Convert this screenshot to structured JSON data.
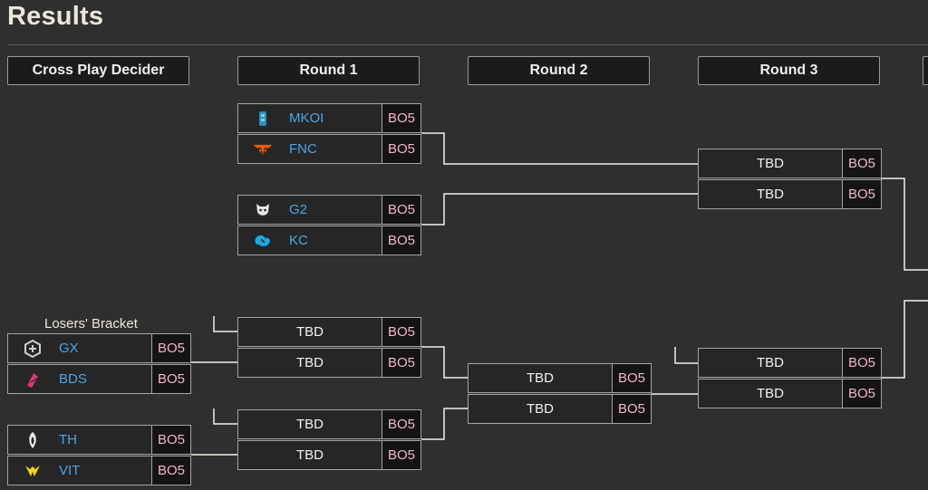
{
  "page": {
    "title": "Results"
  },
  "columns": [
    "Cross Play Decider",
    "Round 1",
    "Round 2",
    "Round 3"
  ],
  "losers_label": "Losers' Bracket",
  "colors": {
    "team": "#4aa6e6",
    "bo": "#f3b7c5",
    "line": "#f2f0e6"
  },
  "matches": {
    "cp1": [
      {
        "name": "GX",
        "logo": "gx-logo",
        "bo": "BO5"
      },
      {
        "name": "BDS",
        "logo": "bds-logo",
        "bo": "BO5"
      }
    ],
    "cp2": [
      {
        "name": "TH",
        "logo": "th-logo",
        "bo": "BO5"
      },
      {
        "name": "VIT",
        "logo": "vit-logo",
        "bo": "BO5"
      }
    ],
    "r1a": [
      {
        "name": "MKOI",
        "logo": "mkoi-logo",
        "bo": "BO5"
      },
      {
        "name": "FNC",
        "logo": "fnc-logo",
        "bo": "BO5"
      }
    ],
    "r1b": [
      {
        "name": "G2",
        "logo": "g2-logo",
        "bo": "BO5"
      },
      {
        "name": "KC",
        "logo": "kc-logo",
        "bo": "BO5"
      }
    ],
    "r1c": [
      {
        "name": "TBD",
        "bo": "BO5"
      },
      {
        "name": "TBD",
        "bo": "BO5"
      }
    ],
    "r1d": [
      {
        "name": "TBD",
        "bo": "BO5"
      },
      {
        "name": "TBD",
        "bo": "BO5"
      }
    ],
    "r2a": [
      {
        "name": "TBD",
        "bo": "BO5"
      },
      {
        "name": "TBD",
        "bo": "BO5"
      }
    ],
    "r3a": [
      {
        "name": "TBD",
        "bo": "BO5"
      },
      {
        "name": "TBD",
        "bo": "BO5"
      }
    ],
    "r3b": [
      {
        "name": "TBD",
        "bo": "BO5"
      },
      {
        "name": "TBD",
        "bo": "BO5"
      }
    ]
  }
}
